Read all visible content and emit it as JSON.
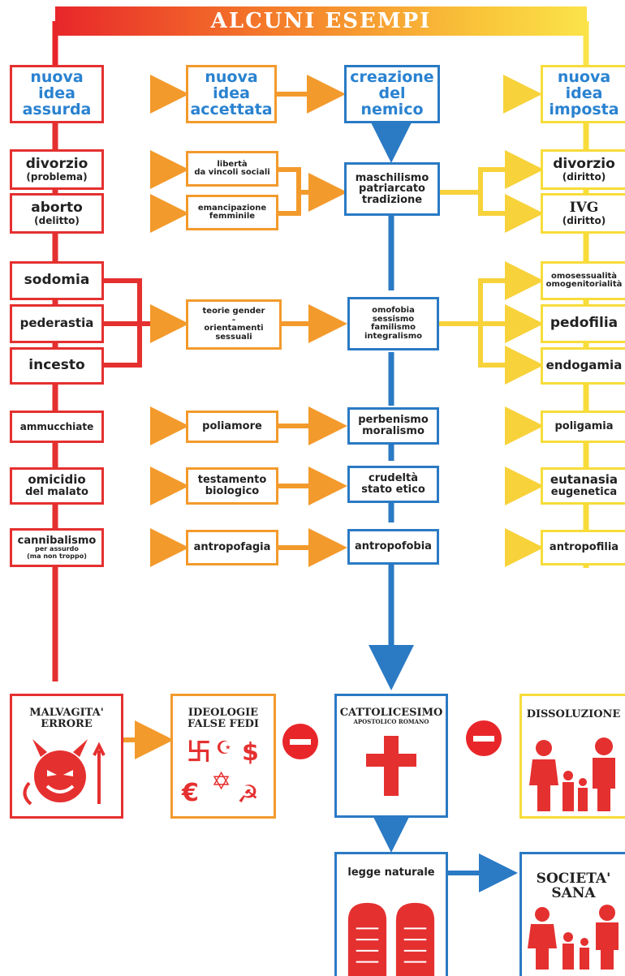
{
  "title": "ALCUNI ESEMPI",
  "headers": {
    "col1": [
      "nuova",
      "idea",
      "assurda"
    ],
    "col2": [
      "nuova",
      "idea",
      "accettata"
    ],
    "col3": [
      "creazione",
      "del",
      "nemico"
    ],
    "col4": [
      "nuova",
      "idea",
      "imposta"
    ]
  },
  "col1": {
    "divorzio": "divorzio",
    "divorzio_sub": "(problema)",
    "aborto": "aborto",
    "aborto_sub": "(delitto)",
    "sodomia": "sodomia",
    "pederastia": "pederastia",
    "incesto": "incesto",
    "ammucchiate": "ammucchiate",
    "omicidio": "omicidio",
    "omicidio_sub": "del malato",
    "cannibalismo": "cannibalismo",
    "cannibalismo_sub1": "per assurdo",
    "cannibalismo_sub2": "(ma non troppo)"
  },
  "col2": {
    "liberta1": "libertà",
    "liberta2": "da vincoli sociali",
    "emancipazione1": "emancipazione",
    "emancipazione2": "femminile",
    "gender1": "teorie gender",
    "gender2": "-",
    "gender3": "orientamenti",
    "gender4": "sessuali",
    "poliamore": "poliamore",
    "testamento1": "testamento",
    "testamento2": "biologico",
    "antropofagia": "antropofagia"
  },
  "col3": {
    "maschilismo1": "maschilismo",
    "maschilismo2": "patriarcato",
    "maschilismo3": "tradizione",
    "omofobia1": "omofobia",
    "omofobia2": "sessismo",
    "omofobia3": "familismo",
    "omofobia4": "integralismo",
    "perbenismo1": "perbenismo",
    "perbenismo2": "moralismo",
    "crudelta1": "crudeltà",
    "crudelta2": "stato etico",
    "antropofobia": "antropofobia"
  },
  "col4": {
    "divorzio": "divorzio",
    "divorzio_sub": "(diritto)",
    "ivg": "IVG",
    "ivg_sub": "(diritto)",
    "omo1": "omosessualità",
    "omo2": "omogenitorialità",
    "pedofilia": "pedofilia",
    "endogamia": "endogamia",
    "poligamia": "poligamia",
    "eutanasia1": "eutanasia",
    "eutanasia2": "eugenetica",
    "antropofilia": "antropofilia"
  },
  "bottom": {
    "malvagita1": "MALVAGITA'",
    "malvagita2": "ERRORE",
    "ideologie1": "IDEOLOGIE",
    "ideologie2": "FALSE FEDI",
    "cattolicesimo1": "CATTOLICESIMO",
    "cattolicesimo2": "APOSTOLICO ROMANO",
    "dissoluzione": "DISSOLUZIONE",
    "legge": "legge naturale",
    "societa1": "SOCIETA'",
    "societa2": "SANA"
  },
  "colors": {
    "red": "#e53030",
    "orange": "#f39a2c",
    "blue": "#2a7ac4",
    "yellow": "#f7dc3a"
  }
}
